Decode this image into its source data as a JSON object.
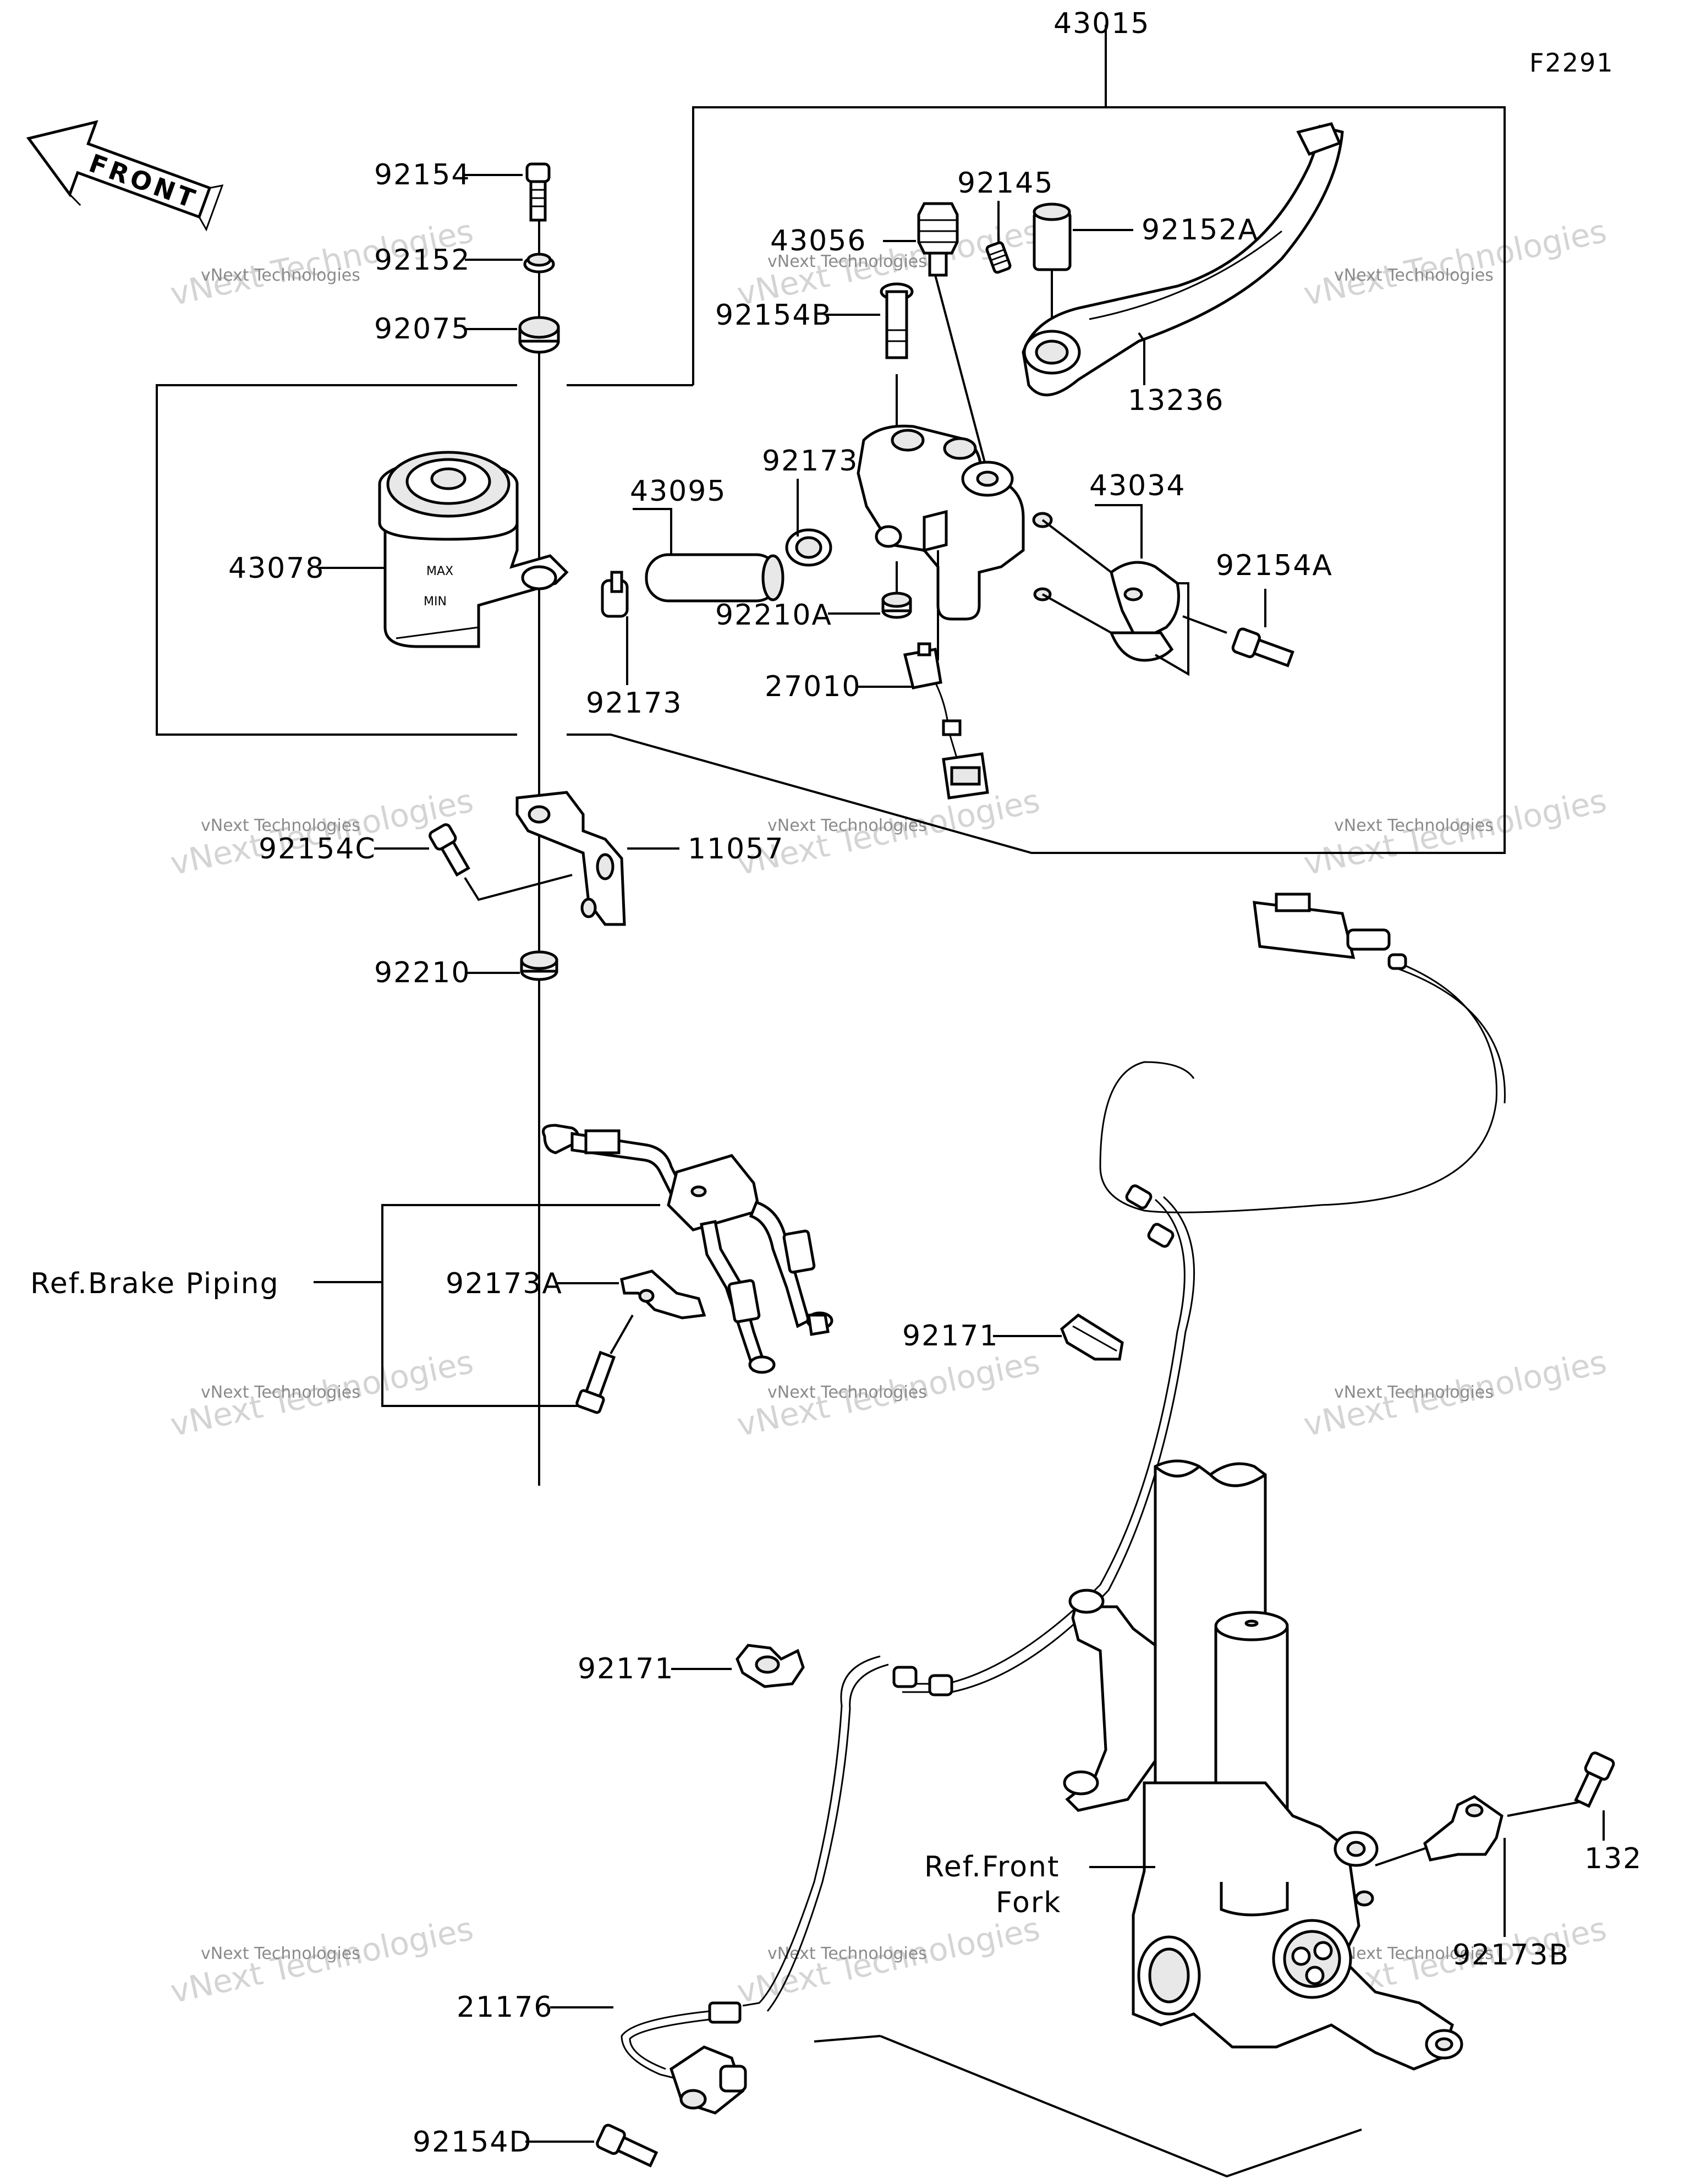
{
  "diagram_code": "F2291",
  "front_arrow": {
    "label": "FRONT",
    "icon": "front-arrow-icon"
  },
  "watermark": {
    "line1": "vNext Technologies",
    "line2": "vNext Technologies"
  },
  "parts": {
    "p43015": "43015",
    "p92154": "92154",
    "p92152": "92152",
    "p92075": "92075",
    "p92145": "92145",
    "p43056": "43056",
    "p92152A": "92152A",
    "p92154B": "92154B",
    "p13236": "13236",
    "p43095": "43095",
    "p92173_top": "92173",
    "p43034": "43034",
    "p43078": "43078",
    "p92154A": "92154A",
    "p92210A": "92210A",
    "p92173_bottom": "92173",
    "p27010": "27010",
    "p92154C": "92154C",
    "p11057": "11057",
    "p92210": "92210",
    "p92173A": "92173A",
    "p92171_a": "92171",
    "p92171_b": "92171",
    "p132": "132",
    "p92173B": "92173B",
    "p21176": "21176",
    "p92154D": "92154D"
  },
  "refs": {
    "brake_piping": "Ref.Brake Piping",
    "front_fork_1": "Ref.Front",
    "front_fork_2": "Fork"
  },
  "reservoir_marks": {
    "max": "MAX",
    "min": "MIN"
  }
}
